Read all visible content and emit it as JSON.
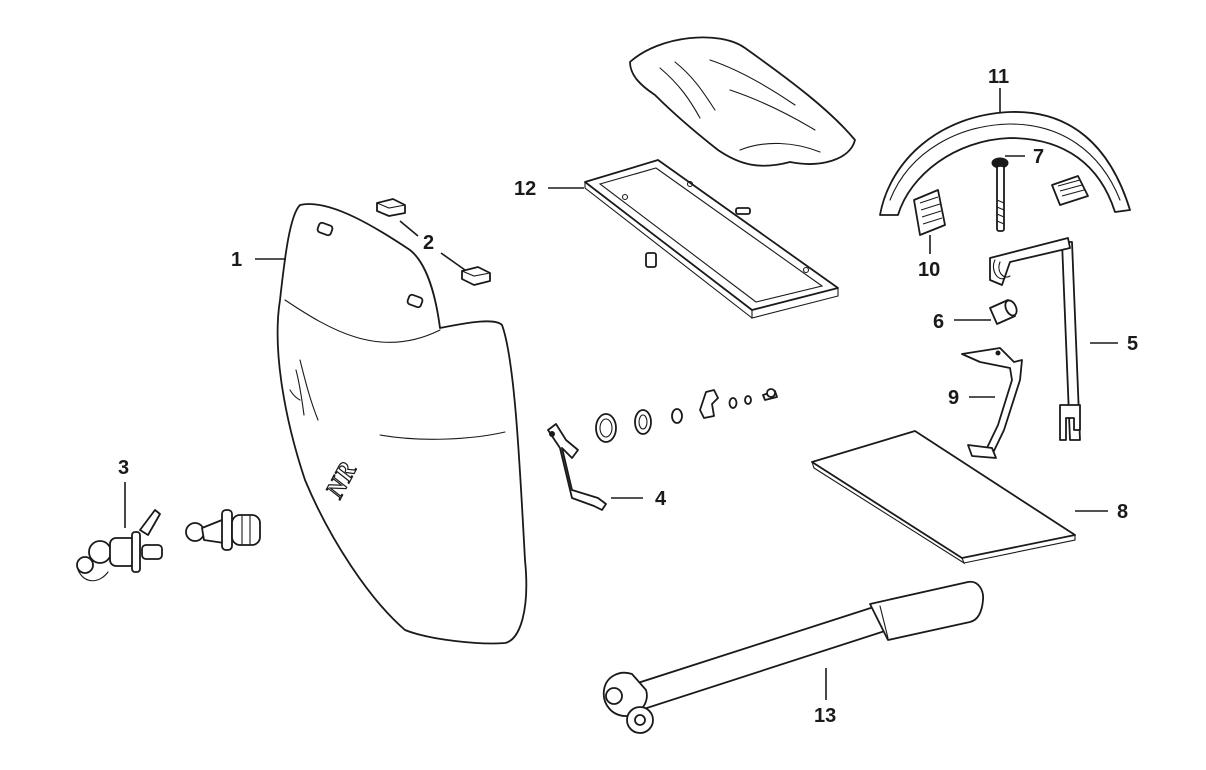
{
  "parts": [
    {
      "id": "1",
      "label": "1"
    },
    {
      "id": "2",
      "label": "2"
    },
    {
      "id": "3",
      "label": "3"
    },
    {
      "id": "4",
      "label": "4"
    },
    {
      "id": "5",
      "label": "5"
    },
    {
      "id": "6",
      "label": "6"
    },
    {
      "id": "7",
      "label": "7"
    },
    {
      "id": "8",
      "label": "8"
    },
    {
      "id": "9",
      "label": "9"
    },
    {
      "id": "10",
      "label": "10"
    },
    {
      "id": "11",
      "label": "11"
    },
    {
      "id": "12",
      "label": "12"
    },
    {
      "id": "13",
      "label": "13"
    }
  ],
  "side_panel_emblem": "NR"
}
